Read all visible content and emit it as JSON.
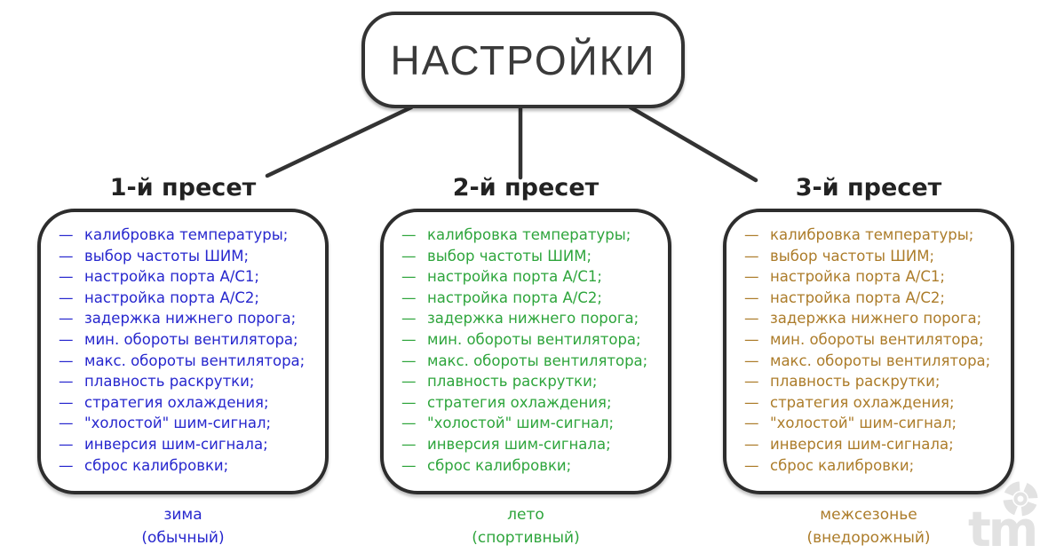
{
  "root_node": {
    "label": "НАСТРОЙКИ"
  },
  "bullet": "—",
  "diagram": {
    "line_color": "#333333",
    "box_border_color": "#2d2d2d",
    "watermark_color": "#e2e2e2"
  },
  "presets": [
    {
      "heading": "1-й пресет",
      "text_color": "#2727ce",
      "items": [
        "калибровка температуры;",
        "выбор частоты ШИМ;",
        "настройка порта А/С1;",
        "настройка порта А/С2;",
        "задержка нижнего порога;",
        "мин. обороты вентилятора;",
        "макс. обороты вентилятора;",
        "плавность раскрутки;",
        "стратегия охлаждения;",
        "\"холостой\" шим-сигнал;",
        "инверсия шим-сигнала;",
        "сброс калибровки;"
      ],
      "season": "зима",
      "mode": "(обычный)"
    },
    {
      "heading": "2-й пресет",
      "text_color": "#2ea53c",
      "items": [
        "калибровка температуры;",
        "выбор частоты ШИМ;",
        "настройка порта А/С1;",
        "настройка порта А/С2;",
        "задержка нижнего порога;",
        "мин. обороты вентилятора;",
        "макс. обороты вентилятора;",
        "плавность раскрутки;",
        "стратегия охлаждения;",
        "\"холостой\" шим-сигнал;",
        "инверсия шим-сигнала;",
        "сброс калибровки;"
      ],
      "season": "лето",
      "mode": "(спортивный)"
    },
    {
      "heading": "3-й пресет",
      "text_color": "#ac7c2a",
      "items": [
        "калибровка температуры;",
        "выбор частоты ШИМ;",
        "настройка порта А/С1;",
        "настройка порта А/С2;",
        "задержка нижнего порога;",
        "мин. обороты вентилятора;",
        "макс. обороты вентилятора;",
        "плавность раскрутки;",
        "стратегия охлаждения;",
        "\"холостой\" шим-сигнал;",
        "инверсия шим-сигнала;",
        "сброс калибровки;"
      ],
      "season": "межсезонье",
      "mode": "(внедорожный)"
    }
  ]
}
